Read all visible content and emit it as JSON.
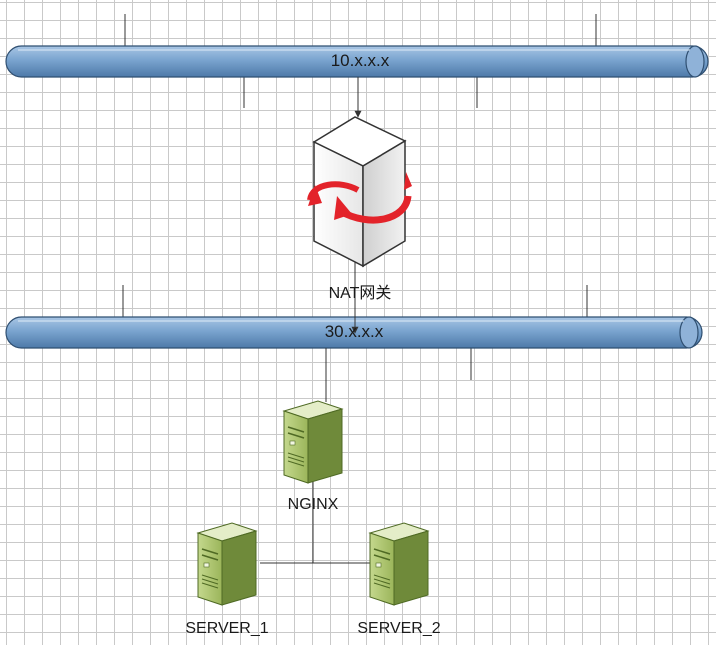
{
  "buses": {
    "top": {
      "label": "10.x.x.x"
    },
    "bottom": {
      "label": "30.x.x.x"
    }
  },
  "nodes": {
    "gateway": {
      "label": "NAT网关",
      "icon": "nat-router-icon"
    },
    "nginx": {
      "label": "NGINX",
      "icon": "server-icon"
    },
    "server1": {
      "label": "SERVER_1",
      "icon": "server-icon"
    },
    "server2": {
      "label": "SERVER_2",
      "icon": "server-icon"
    }
  },
  "colors": {
    "bus": "#6f9ac6",
    "bus_outline": "#2f4f71",
    "server_front": "#aac36a",
    "server_side": "#6c8737",
    "gateway_arrow": "#e3232a"
  }
}
